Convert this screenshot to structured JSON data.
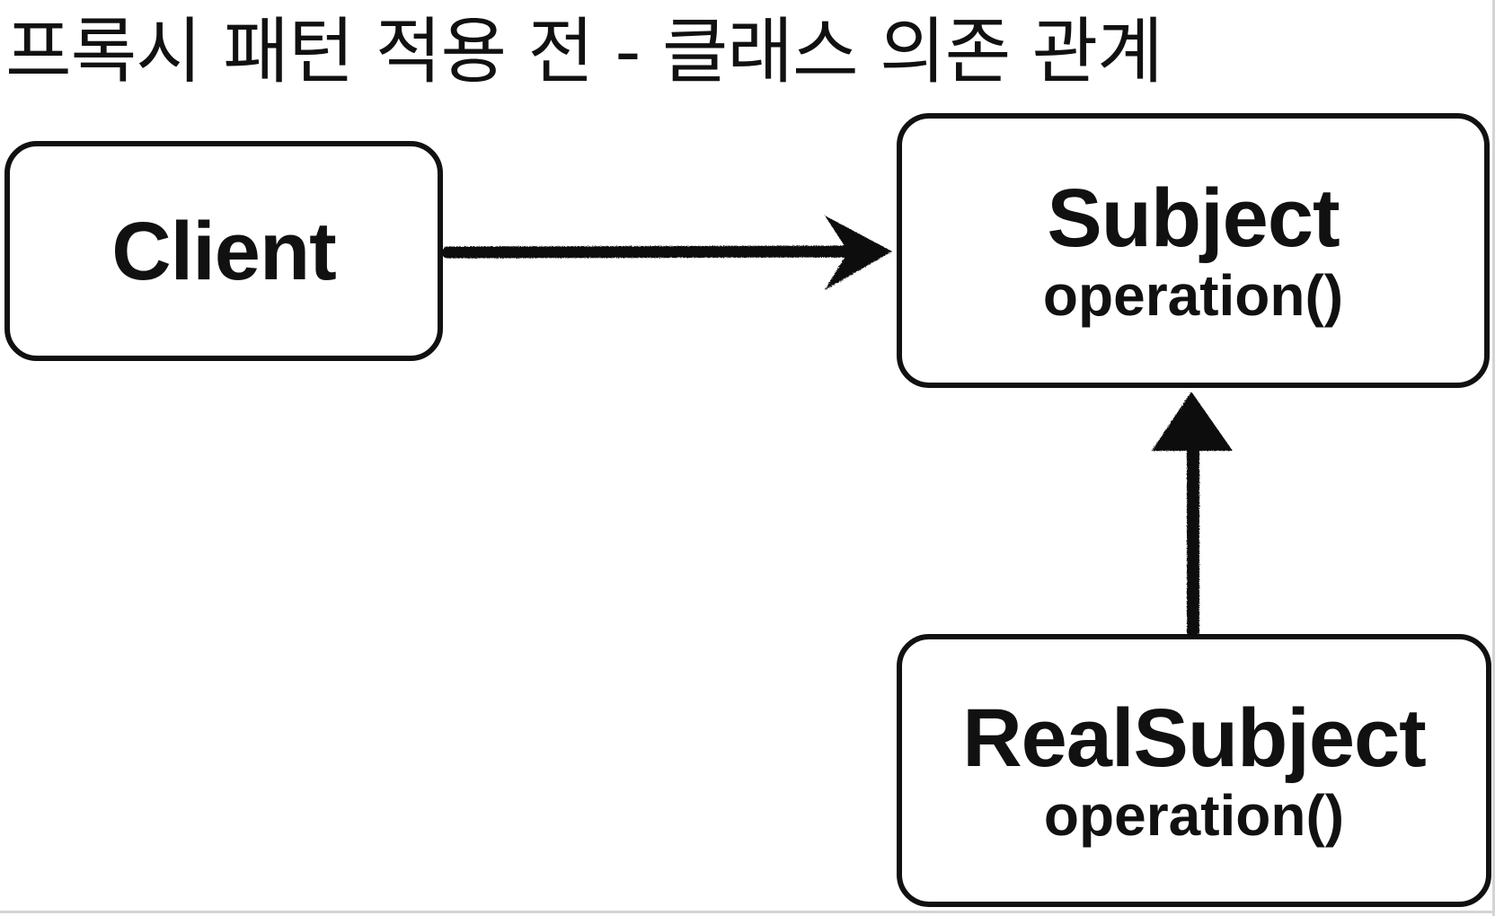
{
  "diagram": {
    "title": "프록시 패턴 적용 전 - 클래스 의존 관계",
    "nodes": [
      {
        "id": "client",
        "name": "Client",
        "method": ""
      },
      {
        "id": "subject",
        "name": "Subject",
        "method": "operation()"
      },
      {
        "id": "real_subject",
        "name": "RealSubject",
        "method": "operation()"
      }
    ],
    "edges": [
      {
        "from": "client",
        "to": "subject"
      },
      {
        "from": "real_subject",
        "to": "subject"
      }
    ],
    "colors": {
      "stroke": "#111111",
      "background": "#ffffff"
    }
  }
}
